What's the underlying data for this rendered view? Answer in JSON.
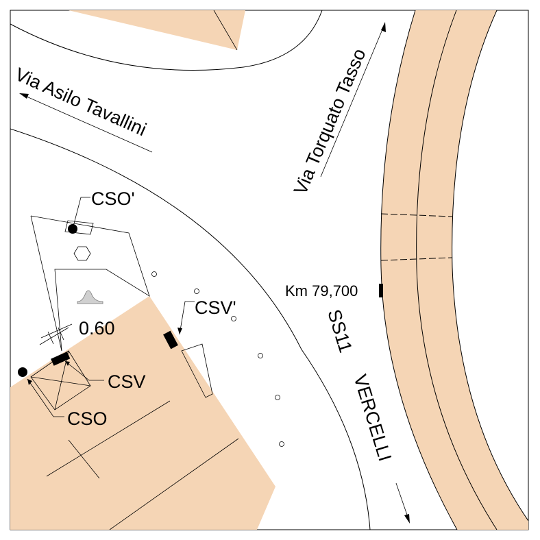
{
  "streets": {
    "asilo_tavallini": "Via Asilo Tavallini",
    "torquato_tasso": "Via Torquato Tasso",
    "ss11": "SS11",
    "vercelli": "VERCELLI"
  },
  "km_marker": "Km 79,700",
  "dimension": "0.60",
  "points": {
    "cso_prime": "CSO'",
    "csv_prime": "CSV'",
    "csv": "CSV",
    "cso": "CSO"
  },
  "colors": {
    "fill": "#f5d5b5",
    "line": "#000000",
    "pole_marker": "#d0d0d0"
  }
}
